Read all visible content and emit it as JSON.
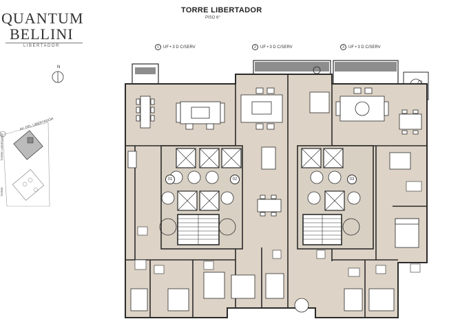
{
  "brand": {
    "name_top": "QUANTUM",
    "name_bottom": "BELLINI",
    "subtitle": "LIBERTADOR"
  },
  "plan": {
    "title": "TORRE LIBERTADOR",
    "floor": "PISO 6°"
  },
  "units": [
    {
      "num": "1",
      "label": "UF • 3 D C/SERV"
    },
    {
      "num": "2",
      "label": "UF • 3 D C/SERV"
    },
    {
      "num": "3",
      "label": "UF • 3 D C/SERV"
    }
  ],
  "elevator_tags": [
    "01",
    "02",
    "03"
  ],
  "key_plan": {
    "north": "N",
    "street": "AV. DEL LIBERTADOR",
    "tower_1": "TORRE LIBERTADOR",
    "tower_2": "TORRE"
  },
  "colors": {
    "floor_fill": "#ddd3c6",
    "wall": "#2a2a2a",
    "terrace": "#8d8d8d",
    "background": "#ffffff"
  }
}
